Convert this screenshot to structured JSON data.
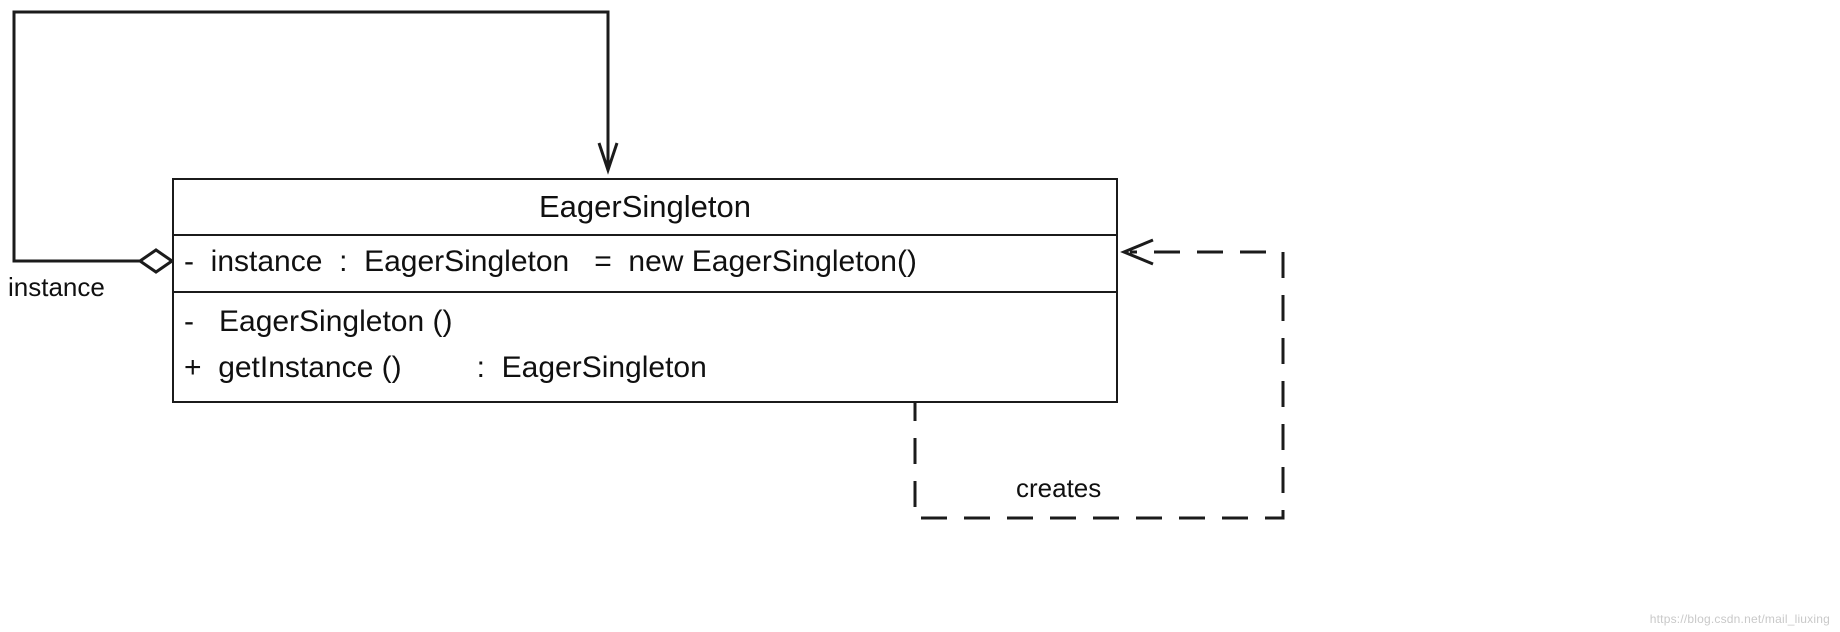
{
  "diagram": {
    "type": "uml-class-diagram",
    "title": "EagerSingleton",
    "background_color": "#ffffff",
    "line_color": "#1b1b1b",
    "text_color": "#101010"
  },
  "uml_class": {
    "name": "EagerSingleton",
    "attributes": [
      "-  instance  :  EagerSingleton   =  new EagerSingleton()"
    ],
    "operations": [
      "-   EagerSingleton ()",
      "+  getInstance ()         :  EagerSingleton"
    ]
  },
  "relationships": {
    "aggregation": {
      "label": "instance",
      "kind": "aggregation-hollow-diamond",
      "style": "solid"
    },
    "dependency": {
      "label": "creates",
      "kind": "dependency-open-arrow",
      "style": "dashed"
    }
  },
  "watermark": {
    "text": "https://blog.csdn.net/mail_liuxing"
  }
}
